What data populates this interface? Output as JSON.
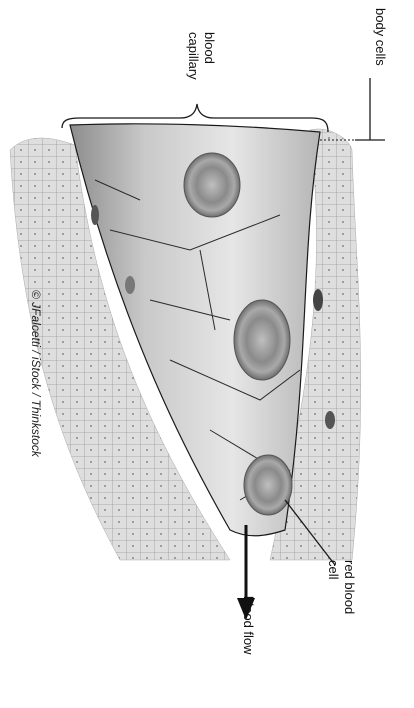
{
  "labels": {
    "body_cells": "body cells",
    "blood_capillary": [
      "blood",
      "capillary"
    ],
    "red_blood_cell": [
      "red blood",
      "cell"
    ],
    "blood_flow": "blood flow",
    "credit": "© JFalcetti / iStock / Thinkstock"
  },
  "colors": {
    "line": "#1a1a1a",
    "tissue": "#d9d9d9",
    "capillary": "#c4c4c4",
    "red_cell": "#8f8f8f"
  }
}
